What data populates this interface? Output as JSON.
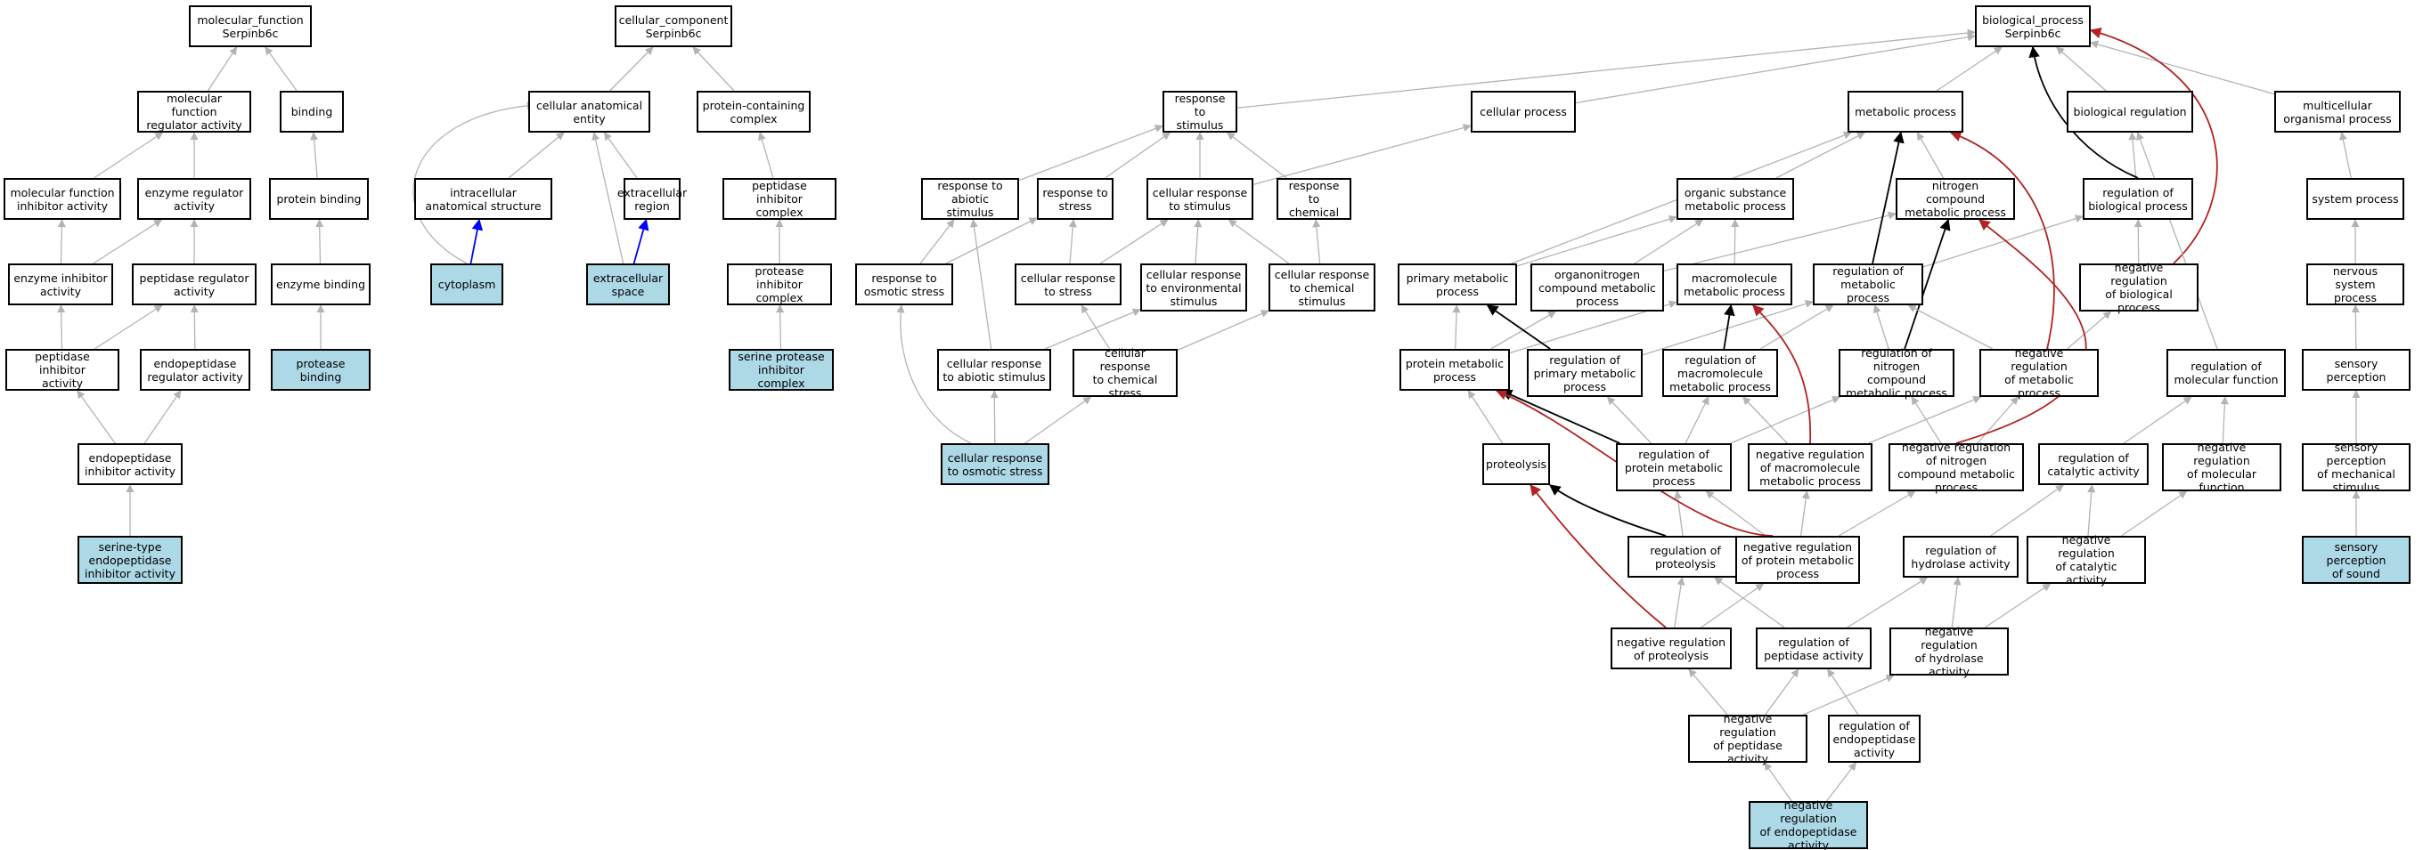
{
  "colors": {
    "edge_default": "#b3b3b3",
    "edge_black": "#000000",
    "edge_red": "#b22222",
    "edge_blue": "#0000ff",
    "node_highlight": "#add8e6",
    "node_border": "#000000"
  },
  "nodes": [
    {
      "id": "mf",
      "label": "molecular_function\nSerpinb6c",
      "hl": false
    },
    {
      "id": "mfra",
      "label": "molecular function\nregulator activity",
      "hl": false
    },
    {
      "id": "binding",
      "label": "binding",
      "hl": false
    },
    {
      "id": "mfia",
      "label": "molecular function\ninhibitor activity",
      "hl": false
    },
    {
      "id": "era",
      "label": "enzyme regulator\nactivity",
      "hl": false
    },
    {
      "id": "pbind",
      "label": "protein binding",
      "hl": false
    },
    {
      "id": "eia",
      "label": "enzyme inhibitor\nactivity",
      "hl": false
    },
    {
      "id": "pra",
      "label": "peptidase regulator\nactivity",
      "hl": false
    },
    {
      "id": "ebind",
      "label": "enzyme binding",
      "hl": false
    },
    {
      "id": "pia",
      "label": "peptidase inhibitor\nactivity",
      "hl": false
    },
    {
      "id": "epra",
      "label": "endopeptidase\nregulator activity",
      "hl": false
    },
    {
      "id": "protbind",
      "label": "protease binding",
      "hl": true
    },
    {
      "id": "epia",
      "label": "endopeptidase\ninhibitor activity",
      "hl": false
    },
    {
      "id": "stepia",
      "label": "serine-type\nendopeptidase\ninhibitor activity",
      "hl": true
    },
    {
      "id": "cc",
      "label": "cellular_component\nSerpinb6c",
      "hl": false
    },
    {
      "id": "cae",
      "label": "cellular anatomical\nentity",
      "hl": false
    },
    {
      "id": "pcc",
      "label": "protein-containing\ncomplex",
      "hl": false
    },
    {
      "id": "ias",
      "label": "intracellular\nanatomical structure",
      "hl": false
    },
    {
      "id": "ecr",
      "label": "extracellular\nregion",
      "hl": false
    },
    {
      "id": "pic",
      "label": "peptidase inhibitor\ncomplex",
      "hl": false
    },
    {
      "id": "cyto",
      "label": "cytoplasm",
      "hl": true
    },
    {
      "id": "ecs",
      "label": "extracellular\nspace",
      "hl": true
    },
    {
      "id": "protic",
      "label": "protease inhibitor\ncomplex",
      "hl": false
    },
    {
      "id": "spic",
      "label": "serine protease\ninhibitor complex",
      "hl": true
    },
    {
      "id": "rts",
      "label": "response to\nstimulus",
      "hl": false
    },
    {
      "id": "cp",
      "label": "cellular process",
      "hl": false
    },
    {
      "id": "rtas",
      "label": "response to\nabiotic stimulus",
      "hl": false
    },
    {
      "id": "rtst",
      "label": "response to\nstress",
      "hl": false
    },
    {
      "id": "crts",
      "label": "cellular response\nto stimulus",
      "hl": false
    },
    {
      "id": "rtc",
      "label": "response to\nchemical",
      "hl": false
    },
    {
      "id": "rtos",
      "label": "response to\nosmotic stress",
      "hl": false
    },
    {
      "id": "crtst",
      "label": "cellular response\nto stress",
      "hl": false
    },
    {
      "id": "crtes",
      "label": "cellular response\nto environmental\nstimulus",
      "hl": false
    },
    {
      "id": "crtcs",
      "label": "cellular response\nto chemical\nstimulus",
      "hl": false
    },
    {
      "id": "crtas",
      "label": "cellular response\nto abiotic stimulus",
      "hl": false
    },
    {
      "id": "crtchst",
      "label": "cellular response\nto chemical\nstress",
      "hl": false
    },
    {
      "id": "crtos",
      "label": "cellular response\nto osmotic stress",
      "hl": true
    },
    {
      "id": "bp",
      "label": "biological_process\nSerpinb6c",
      "hl": false
    },
    {
      "id": "mp",
      "label": "metabolic process",
      "hl": false
    },
    {
      "id": "br",
      "label": "biological regulation",
      "hl": false
    },
    {
      "id": "mcop",
      "label": "multicellular\norganismal process",
      "hl": false
    },
    {
      "id": "osmp",
      "label": "organic substance\nmetabolic process",
      "hl": false
    },
    {
      "id": "ncmp",
      "label": "nitrogen compound\nmetabolic process",
      "hl": false
    },
    {
      "id": "rbp",
      "label": "regulation of\nbiological process",
      "hl": false
    },
    {
      "id": "sp",
      "label": "system process",
      "hl": false
    },
    {
      "id": "pmp",
      "label": "primary metabolic\nprocess",
      "hl": false
    },
    {
      "id": "oncmp",
      "label": "organonitrogen\ncompound metabolic\nprocess",
      "hl": false
    },
    {
      "id": "mmp",
      "label": "macromolecule\nmetabolic process",
      "hl": false
    },
    {
      "id": "rmp",
      "label": "regulation of\nmetabolic process",
      "hl": false
    },
    {
      "id": "nrbp",
      "label": "negative regulation\nof biological\nprocess",
      "hl": false
    },
    {
      "id": "nsp",
      "label": "nervous system\nprocess",
      "hl": false
    },
    {
      "id": "protmp",
      "label": "protein metabolic\nprocess",
      "hl": false
    },
    {
      "id": "rpmp",
      "label": "regulation of\nprimary metabolic\nprocess",
      "hl": false
    },
    {
      "id": "rmmp",
      "label": "regulation of\nmacromolecule\nmetabolic process",
      "hl": false
    },
    {
      "id": "rncmp",
      "label": "regulation of\nnitrogen compound\nmetabolic process",
      "hl": false
    },
    {
      "id": "nrmp",
      "label": "negative regulation\nof metabolic\nprocess",
      "hl": false
    },
    {
      "id": "rmf",
      "label": "regulation of\nmolecular function",
      "hl": false
    },
    {
      "id": "sperc",
      "label": "sensory perception",
      "hl": false
    },
    {
      "id": "proteolysis",
      "label": "proteolysis",
      "hl": false
    },
    {
      "id": "rprotmp",
      "label": "regulation of\nprotein metabolic\nprocess",
      "hl": false
    },
    {
      "id": "nrmmp",
      "label": "negative regulation\nof macromolecule\nmetabolic process",
      "hl": false
    },
    {
      "id": "nrncmp",
      "label": "negative regulation\nof nitrogen\ncompound metabolic\nprocess",
      "hl": false
    },
    {
      "id": "rca",
      "label": "regulation of\ncatalytic activity",
      "hl": false
    },
    {
      "id": "nrmf",
      "label": "negative regulation\nof molecular\nfunction",
      "hl": false
    },
    {
      "id": "spms",
      "label": "sensory perception\nof mechanical\nstimulus",
      "hl": false
    },
    {
      "id": "rprot",
      "label": "regulation of\nproteolysis",
      "hl": false
    },
    {
      "id": "nrprotmp",
      "label": "negative regulation\nof protein metabolic\nprocess",
      "hl": false
    },
    {
      "id": "rha",
      "label": "regulation of\nhydrolase activity",
      "hl": false
    },
    {
      "id": "nrca",
      "label": "negative regulation\nof catalytic\nactivity",
      "hl": false
    },
    {
      "id": "sps",
      "label": "sensory perception\nof sound",
      "hl": true
    },
    {
      "id": "nrprot",
      "label": "negative regulation\nof proteolysis",
      "hl": false
    },
    {
      "id": "rpa",
      "label": "regulation of\npeptidase activity",
      "hl": false
    },
    {
      "id": "nrha",
      "label": "negative regulation\nof hydrolase\nactivity",
      "hl": false
    },
    {
      "id": "nrpa",
      "label": "negative regulation\nof peptidase\nactivity",
      "hl": false
    },
    {
      "id": "repa",
      "label": "regulation of\nendopeptidase\nactivity",
      "hl": false
    },
    {
      "id": "nrepa",
      "label": "negative regulation\nof endopeptidase\nactivity",
      "hl": true
    }
  ],
  "edges": [
    [
      "mfra",
      "mf",
      "gray"
    ],
    [
      "binding",
      "mf",
      "gray"
    ],
    [
      "mfia",
      "mfra",
      "gray"
    ],
    [
      "era",
      "mfra",
      "gray"
    ],
    [
      "pbind",
      "binding",
      "gray"
    ],
    [
      "eia",
      "mfia",
      "gray"
    ],
    [
      "eia",
      "era",
      "gray"
    ],
    [
      "pra",
      "era",
      "gray"
    ],
    [
      "ebind",
      "pbind",
      "gray"
    ],
    [
      "pia",
      "eia",
      "gray"
    ],
    [
      "pia",
      "pra",
      "gray"
    ],
    [
      "epra",
      "pra",
      "gray"
    ],
    [
      "protbind",
      "ebind",
      "gray"
    ],
    [
      "epia",
      "pia",
      "gray"
    ],
    [
      "epia",
      "epra",
      "gray"
    ],
    [
      "stepia",
      "epia",
      "gray"
    ],
    [
      "cae",
      "cc",
      "gray"
    ],
    [
      "pcc",
      "cc",
      "gray"
    ],
    [
      "ias",
      "cae",
      "gray"
    ],
    [
      "ecr",
      "cae",
      "gray"
    ],
    [
      "pic",
      "pcc",
      "gray"
    ],
    [
      "cyto",
      "cae",
      "gray-curve"
    ],
    [
      "cyto",
      "ias",
      "blue"
    ],
    [
      "ecs",
      "cae",
      "gray"
    ],
    [
      "ecs",
      "ecr",
      "blue"
    ],
    [
      "protic",
      "pic",
      "gray"
    ],
    [
      "spic",
      "protic",
      "gray"
    ],
    [
      "rts",
      "bp",
      "gray"
    ],
    [
      "cp",
      "bp",
      "gray"
    ],
    [
      "rtas",
      "rts",
      "gray"
    ],
    [
      "rtst",
      "rts",
      "gray"
    ],
    [
      "crts",
      "rts",
      "gray"
    ],
    [
      "crts",
      "cp",
      "gray"
    ],
    [
      "rtc",
      "rts",
      "gray"
    ],
    [
      "rtos",
      "rtas",
      "gray"
    ],
    [
      "rtos",
      "rtst",
      "gray"
    ],
    [
      "crtst",
      "rtst",
      "gray"
    ],
    [
      "crtst",
      "crts",
      "gray"
    ],
    [
      "crtes",
      "crts",
      "gray"
    ],
    [
      "crtcs",
      "crts",
      "gray"
    ],
    [
      "crtcs",
      "rtc",
      "gray"
    ],
    [
      "crtas",
      "rtas",
      "gray"
    ],
    [
      "crtas",
      "crtes",
      "gray"
    ],
    [
      "crtchst",
      "crtst",
      "gray"
    ],
    [
      "crtchst",
      "crtcs",
      "gray"
    ],
    [
      "crtos",
      "rtos",
      "gray-curve"
    ],
    [
      "crtos",
      "crtas",
      "gray"
    ],
    [
      "crtos",
      "crtchst",
      "gray"
    ],
    [
      "mp",
      "bp",
      "gray"
    ],
    [
      "br",
      "bp",
      "gray"
    ],
    [
      "mcop",
      "bp",
      "gray"
    ],
    [
      "osmp",
      "mp",
      "gray"
    ],
    [
      "ncmp",
      "mp",
      "gray"
    ],
    [
      "rbp",
      "br",
      "gray"
    ],
    [
      "rbp",
      "bp",
      "black"
    ],
    [
      "sp",
      "mcop",
      "gray"
    ],
    [
      "pmp",
      "mp",
      "gray"
    ],
    [
      "pmp",
      "osmp",
      "gray"
    ],
    [
      "oncmp",
      "osmp",
      "gray"
    ],
    [
      "oncmp",
      "ncmp",
      "gray"
    ],
    [
      "mmp",
      "osmp",
      "gray"
    ],
    [
      "rmp",
      "rbp",
      "gray"
    ],
    [
      "rmp",
      "mp",
      "black"
    ],
    [
      "nrbp",
      "rbp",
      "gray"
    ],
    [
      "nrbp",
      "bp",
      "red"
    ],
    [
      "nsp",
      "sp",
      "gray"
    ],
    [
      "protmp",
      "pmp",
      "gray"
    ],
    [
      "protmp",
      "oncmp",
      "gray"
    ],
    [
      "protmp",
      "mmp",
      "gray"
    ],
    [
      "rpmp",
      "rmp",
      "gray"
    ],
    [
      "rpmp",
      "pmp",
      "black"
    ],
    [
      "rmmp",
      "rmp",
      "gray"
    ],
    [
      "rmmp",
      "mmp",
      "black"
    ],
    [
      "rncmp",
      "rmp",
      "gray"
    ],
    [
      "rncmp",
      "ncmp",
      "black"
    ],
    [
      "nrmp",
      "rmp",
      "gray"
    ],
    [
      "nrmp",
      "nrbp",
      "gray"
    ],
    [
      "nrmp",
      "mp",
      "red"
    ],
    [
      "rmf",
      "br",
      "gray"
    ],
    [
      "sperc",
      "nsp",
      "gray"
    ],
    [
      "proteolysis",
      "protmp",
      "gray"
    ],
    [
      "rprotmp",
      "rpmp",
      "gray"
    ],
    [
      "rprotmp",
      "rmmp",
      "gray"
    ],
    [
      "rprotmp",
      "rncmp",
      "gray"
    ],
    [
      "rprotmp",
      "protmp",
      "black"
    ],
    [
      "nrmmp",
      "rmmp",
      "gray"
    ],
    [
      "nrmmp",
      "nrmp",
      "gray"
    ],
    [
      "nrmmp",
      "mmp",
      "red"
    ],
    [
      "nrncmp",
      "rncmp",
      "gray"
    ],
    [
      "nrncmp",
      "nrmp",
      "gray"
    ],
    [
      "nrncmp",
      "ncmp",
      "red"
    ],
    [
      "rca",
      "rmf",
      "gray"
    ],
    [
      "nrmf",
      "rmf",
      "gray"
    ],
    [
      "spms",
      "sperc",
      "gray"
    ],
    [
      "rprot",
      "rprotmp",
      "gray"
    ],
    [
      "rprot",
      "proteolysis",
      "black"
    ],
    [
      "nrprotmp",
      "rprotmp",
      "gray"
    ],
    [
      "nrprotmp",
      "nrmmp",
      "gray"
    ],
    [
      "nrprotmp",
      "nrncmp",
      "gray"
    ],
    [
      "nrprotmp",
      "protmp",
      "red"
    ],
    [
      "rha",
      "rca",
      "gray"
    ],
    [
      "nrca",
      "rca",
      "gray"
    ],
    [
      "nrca",
      "nrmf",
      "gray"
    ],
    [
      "sps",
      "spms",
      "gray"
    ],
    [
      "nrprot",
      "rprot",
      "gray"
    ],
    [
      "nrprot",
      "nrprotmp",
      "gray"
    ],
    [
      "nrprot",
      "proteolysis",
      "red"
    ],
    [
      "rpa",
      "rha",
      "gray"
    ],
    [
      "rpa",
      "rprot",
      "gray"
    ],
    [
      "nrha",
      "rha",
      "gray"
    ],
    [
      "nrha",
      "nrca",
      "gray"
    ],
    [
      "nrpa",
      "rpa",
      "gray"
    ],
    [
      "nrpa",
      "nrha",
      "gray"
    ],
    [
      "nrpa",
      "nrprot",
      "gray"
    ],
    [
      "repa",
      "rpa",
      "gray"
    ],
    [
      "nrepa",
      "nrpa",
      "gray"
    ],
    [
      "nrepa",
      "repa",
      "gray"
    ]
  ]
}
